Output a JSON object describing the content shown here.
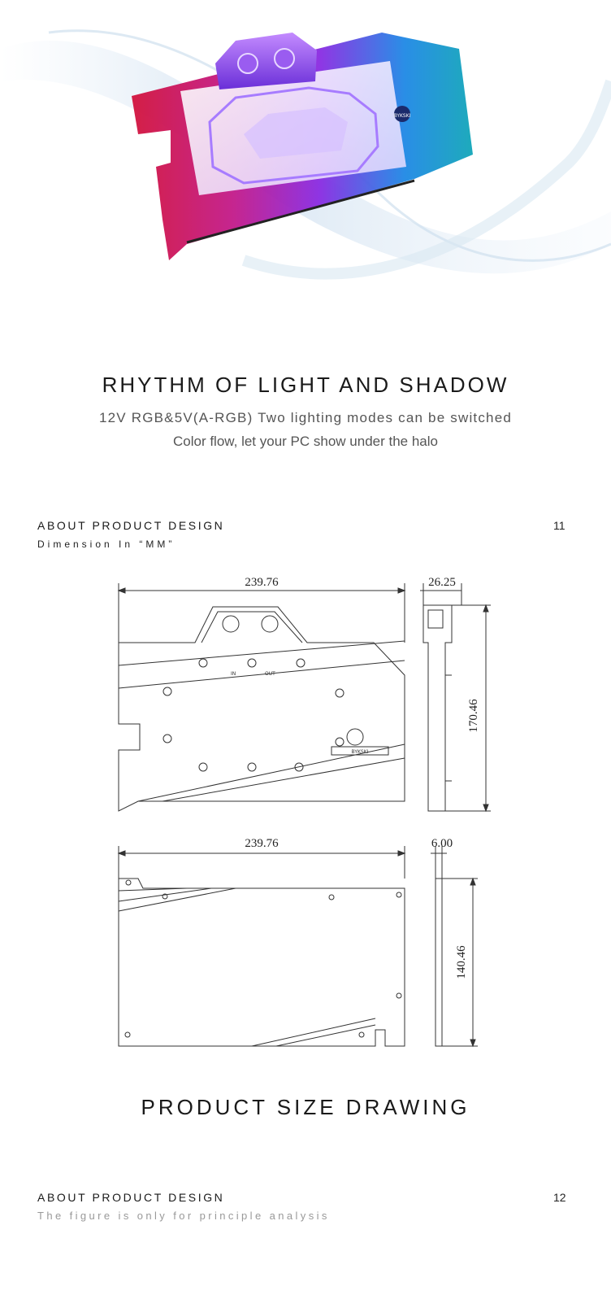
{
  "hero": {
    "brand_label": "BYKSKI"
  },
  "rhythm": {
    "title": "RHYTHM OF LIGHT AND SHADOW",
    "line1": "12V RGB&5V(A-RGB) Two lighting modes can be switched",
    "line2": "Color flow, let your PC show under the halo"
  },
  "section1": {
    "title": "ABOUT PRODUCT DESIGN",
    "subtitle": "Dimension In “MM”",
    "page_number": "11"
  },
  "drawing": {
    "top_width": "239.76",
    "side_thickness": "26.25",
    "side_height": "170.46",
    "back_width": "239.76",
    "back_thickness": "6.00",
    "back_height": "140.46",
    "in_label": "IN",
    "out_label": "OUT",
    "model_label": "BYKSKI"
  },
  "size_title": "PRODUCT SIZE DRAWING",
  "section2": {
    "title": "ABOUT PRODUCT DESIGN",
    "subtitle": "The figure is only for principle analysis",
    "page_number": "12"
  },
  "colors": {
    "accent_red": "#d2133c",
    "accent_purple": "#8a2be2",
    "accent_blue": "#1e88e5",
    "accent_teal": "#12a6b8"
  }
}
